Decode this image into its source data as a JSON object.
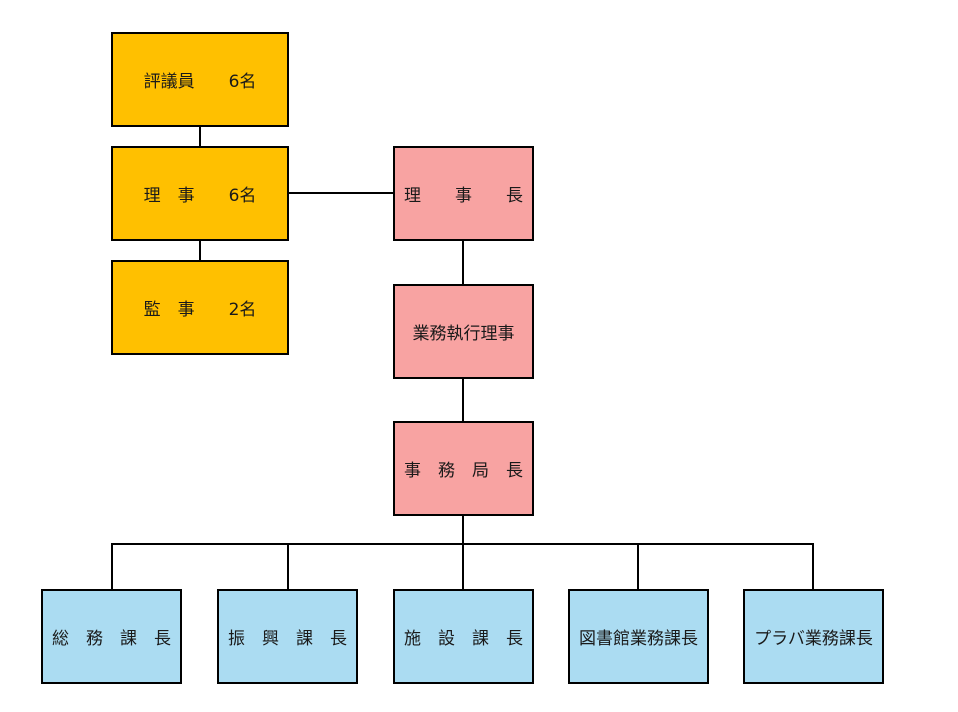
{
  "council": {
    "label": "評議員　　6名"
  },
  "board": {
    "label": "理　事　　6名"
  },
  "auditors": {
    "label": "監　事　　2名"
  },
  "chairman": {
    "label": "理　　事　　長"
  },
  "executive_director": {
    "label": "業務執行理事"
  },
  "secretary_general": {
    "label": "事　務　局　長"
  },
  "sections": [
    {
      "label": "総　務　課　長"
    },
    {
      "label": "振　興　課　長"
    },
    {
      "label": "施　設　課　長"
    },
    {
      "label": "図書館業務課長"
    },
    {
      "label": "プラバ業務課長"
    }
  ],
  "colors": {
    "governance_fill": "#ffc000",
    "executive_fill": "#f8a3a2",
    "section_fill": "#abdcf2",
    "border": "#000000"
  }
}
